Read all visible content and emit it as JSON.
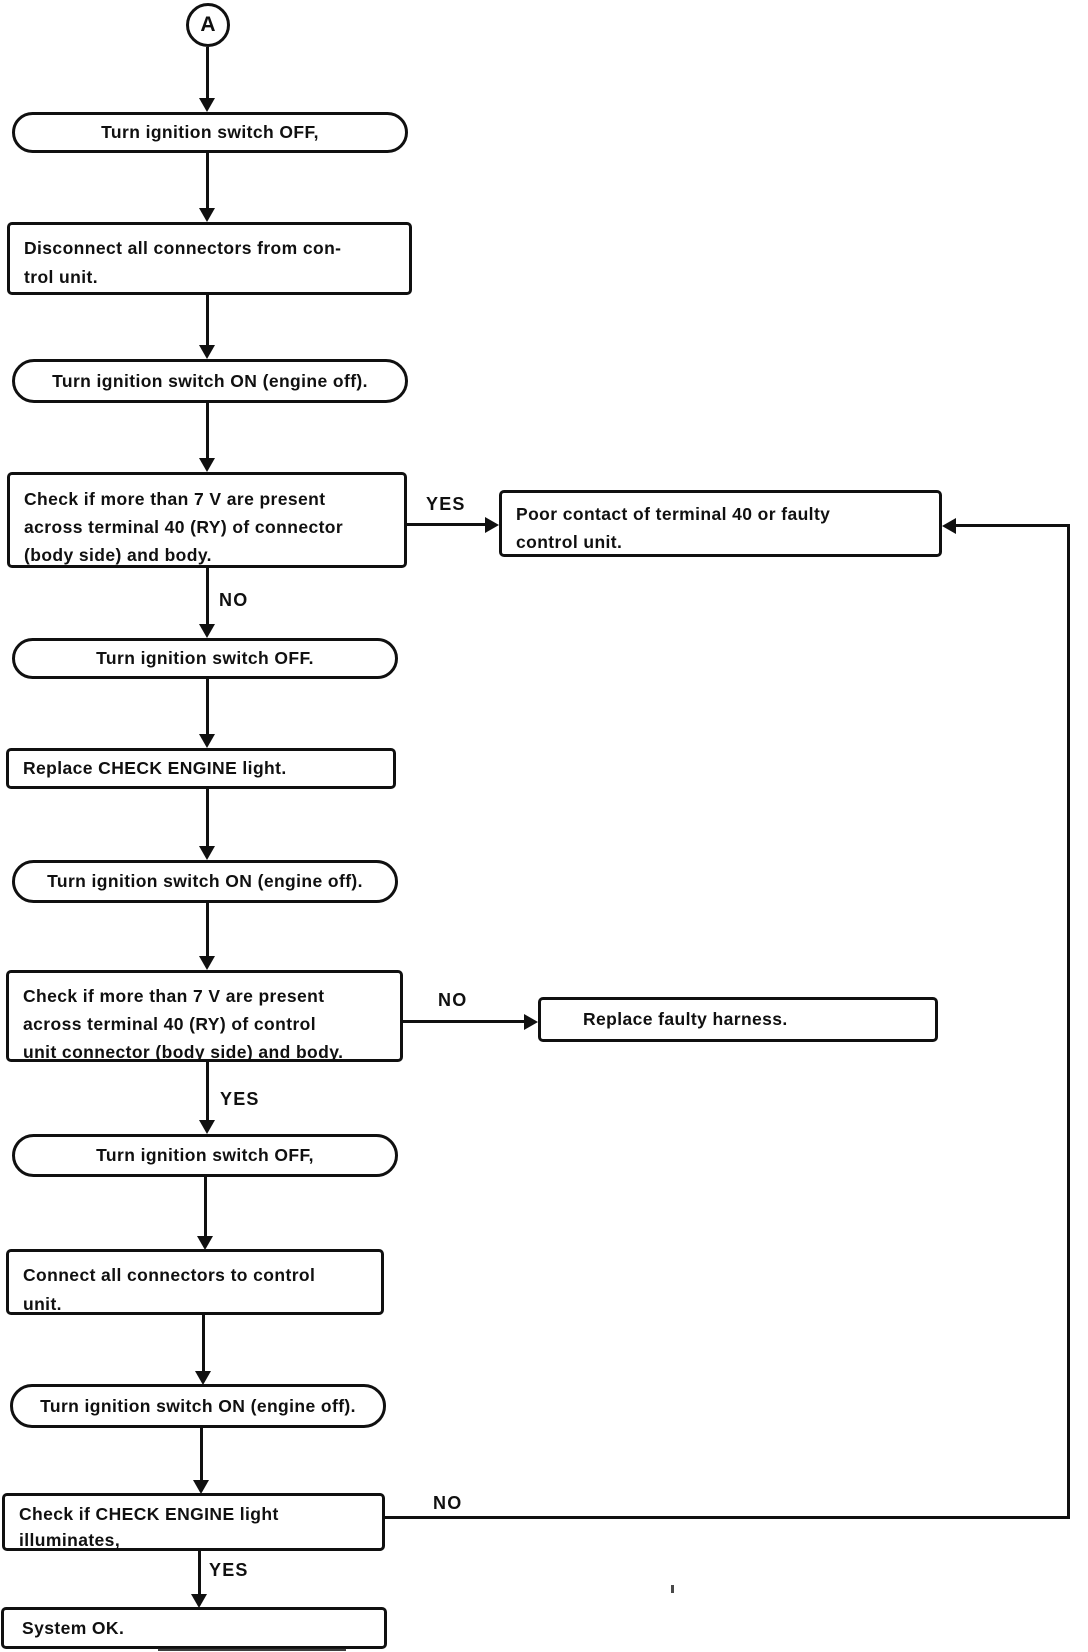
{
  "page": {
    "background_color": "#ffffff",
    "ink_color": "#101010"
  },
  "flowchart": {
    "start_connector_label": "A",
    "nodes": {
      "ignition_off_1": "Turn ignition switch OFF,",
      "disconnect_connectors": "Disconnect all connectors from con-\ntrol unit.",
      "ignition_on_1": "Turn ignition switch ON (engine off).",
      "check_voltage_connector": "Check if more than 7 V are present\nacross terminal 40 (RY) of connector\n(body side) and body.",
      "poor_contact": "Poor contact of terminal 40 or faulty\ncontrol unit.",
      "ignition_off_2": "Turn ignition switch OFF.",
      "replace_check_engine_light": "Replace CHECK ENGINE light.",
      "ignition_on_2": "Turn ignition switch ON (engine off).",
      "check_voltage_control_unit": "Check if more than 7 V are present\nacross terminal 40 (RY) of control\nunit connector (body side) and body.",
      "replace_faulty_harness": "Replace faulty harness.",
      "ignition_off_3": "Turn ignition switch OFF,",
      "connect_connectors": "Connect all connectors to control\nunit.",
      "ignition_on_3": "Turn ignition switch ON (engine off).",
      "check_light_illuminates": "Check if CHECK ENGINE light\nilluminates,",
      "system_ok": "System OK."
    },
    "branch_labels": {
      "check1_yes": "YES",
      "check1_no": "NO",
      "check2_no": "NO",
      "check2_yes": "YES",
      "check3_no": "NO",
      "check3_yes": "YES"
    }
  }
}
